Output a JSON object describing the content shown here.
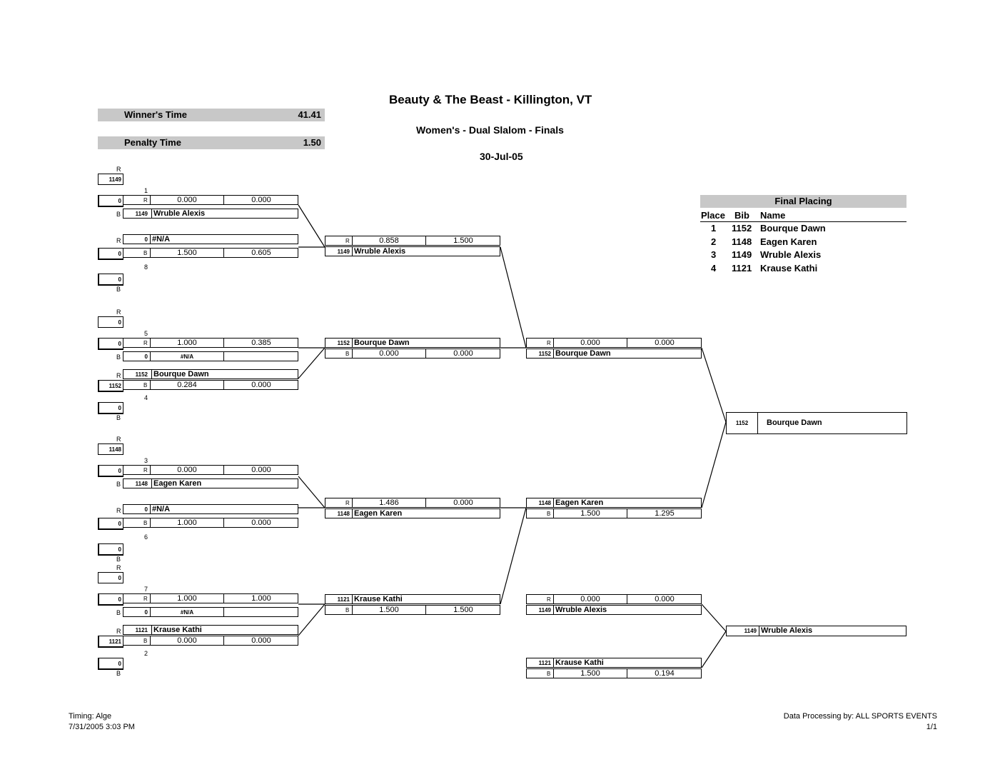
{
  "header": {
    "title": "Beauty & The Beast  - Killington, VT",
    "subtitle": "Women's - Dual Slalom - Finals",
    "date": "30-Jul-05"
  },
  "winners_time": {
    "label": "Winner's Time",
    "value": "41.41"
  },
  "penalty_time": {
    "label": "Penalty Time",
    "value": "1.50"
  },
  "final_placing": {
    "title": "Final Placing",
    "headers": [
      "Place",
      "Bib",
      "Name"
    ],
    "rows": [
      {
        "place": "1",
        "bib": "1152",
        "name": "Bourque Dawn"
      },
      {
        "place": "2",
        "bib": "1148",
        "name": "Eagen Karen"
      },
      {
        "place": "3",
        "bib": "1149",
        "name": "Wruble Alexis"
      },
      {
        "place": "4",
        "bib": "1121",
        "name": "Krause Kathi"
      }
    ]
  },
  "labels": {
    "r": "R",
    "b": "B"
  },
  "round1": [
    {
      "seed_top": "1",
      "seed_bot": "8",
      "left_bib": "1149",
      "upper_r": "0",
      "upper_t1": "0.000",
      "upper_t2": "0.000",
      "upper_bib": "1149",
      "upper_name": "Wruble Alexis",
      "lower_r": "0",
      "lower_name": "#N/A",
      "lower_b": "0",
      "lower_t1": "1.500",
      "lower_t2": "0.605",
      "extra_b": "0"
    },
    {
      "seed_top": "5",
      "seed_bot": "4",
      "left_bib": "0",
      "upper_r": "0",
      "upper_t1": "1.000",
      "upper_t2": "0.385",
      "upper_b": "0",
      "upper_name": "#N/A",
      "lower_bib": "1152",
      "lower_name": "Bourque Dawn",
      "lower_left": "1152",
      "lower_t1": "0.284",
      "lower_t2": "0.000",
      "extra_b": "0"
    },
    {
      "seed_top": "3",
      "seed_bot": "6",
      "left_bib": "1148",
      "upper_r": "0",
      "upper_t1": "0.000",
      "upper_t2": "0.000",
      "upper_bib": "1148",
      "upper_name": "Eagen Karen",
      "lower_r": "0",
      "lower_name": "#N/A",
      "lower_b": "0",
      "lower_t1": "1.000",
      "lower_t2": "0.000",
      "extra_b": "0"
    },
    {
      "seed_top": "7",
      "seed_bot": "2",
      "left_bib": "0",
      "upper_r": "0",
      "upper_t1": "1.000",
      "upper_t2": "1.000",
      "upper_b": "0",
      "upper_name": "#N/A",
      "lower_bib": "1121",
      "lower_name": "Krause Kathi",
      "lower_left": "1121",
      "lower_t1": "0.000",
      "lower_t2": "0.000",
      "extra_b": "0"
    }
  ],
  "semis": [
    {
      "r_t1": "0.858",
      "r_t2": "1.500",
      "bib": "1149",
      "name": "Wruble Alexis",
      "name_pos": "bottom"
    },
    {
      "bib": "1152",
      "name": "Bourque Dawn",
      "b_t1": "0.000",
      "b_t2": "0.000",
      "name_pos": "top"
    },
    {
      "r_t1": "1.486",
      "r_t2": "0.000",
      "bib": "1148",
      "name": "Eagen Karen",
      "name_pos": "bottom"
    },
    {
      "bib": "1121",
      "name": "Krause Kathi",
      "b_t1": "1.500",
      "b_t2": "1.500",
      "name_pos": "top"
    }
  ],
  "finals": [
    {
      "r_t1": "0.000",
      "r_t2": "0.000",
      "bib": "1152",
      "name": "Bourque Dawn",
      "name_pos": "bottom"
    },
    {
      "bib": "1148",
      "name": "Eagen Karen",
      "b_t1": "1.500",
      "b_t2": "1.295",
      "name_pos": "top"
    },
    {
      "r_t1": "0.000",
      "r_t2": "0.000",
      "bib": "1149",
      "name": "Wruble Alexis",
      "name_pos": "bottom"
    },
    {
      "bib": "1121",
      "name": "Krause Kathi",
      "b_t1": "1.500",
      "b_t2": "0.194",
      "name_pos": "top"
    }
  ],
  "winner": {
    "bib": "1152",
    "name": "Bourque Dawn"
  },
  "third": {
    "bib": "1149",
    "name": "Wruble Alexis"
  },
  "footer": {
    "timing": "Timing: Alge",
    "printed": "7/31/2005 3:03 PM",
    "processing": "Data Processing by: ALL SPORTS EVENTS",
    "page": "1/1"
  }
}
